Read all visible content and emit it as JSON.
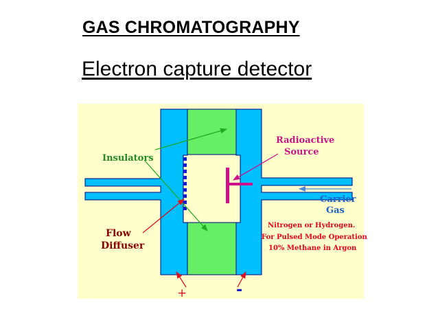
{
  "slide": {
    "title": "GAS  CHROMATOGRAPHY",
    "subtitle": "Electron capture detector"
  },
  "diagram": {
    "labels": {
      "insulators": "Insulators",
      "radioactive_line1": "Radioactive",
      "radioactive_line2": "Source",
      "carrier_line1": "Carrier",
      "carrier_line2": "Gas",
      "flow_line1": "Flow",
      "flow_line2": "Diffuser",
      "note_line1": "Nitrogen or Hydrogen.",
      "note_line2": "For Pulsed Mode Operation",
      "note_line3": "10% Methane in Argon",
      "plus": "+",
      "minus": "-"
    },
    "colors": {
      "panel_background": "#ffffcc",
      "electrode": "#00bfff",
      "insulator": "#66ee66",
      "label_green": "#228b22",
      "label_magenta": "#c71585",
      "label_blue": "#1e63c8",
      "label_red": "#e8001c",
      "label_maroon": "#8b0000",
      "diffuser": "#1a1acc",
      "outline": "#000080",
      "arrow_green": "#22aa22",
      "arrow_red": "#e01020",
      "arrow_blue": "#4a8ad8"
    }
  }
}
